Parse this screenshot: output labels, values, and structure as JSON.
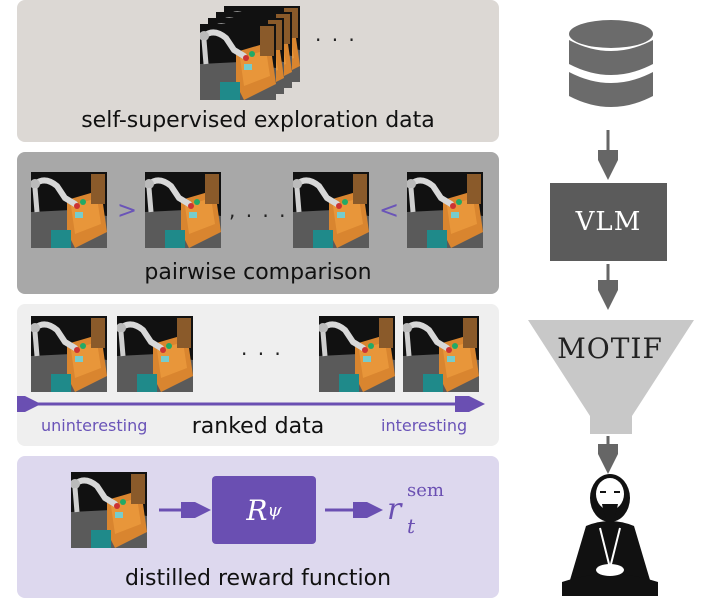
{
  "panels": {
    "exploration": {
      "caption": "self-supervised exploration data",
      "ellipsis": "· · ·"
    },
    "pairwise": {
      "caption": "pairwise comparison",
      "greater": ">",
      "less": "<",
      "ellipsis": ", . . . ,",
      "trailing_comma": ""
    },
    "ranked": {
      "caption": "ranked data",
      "ellipsis": "· · ·",
      "left_label": "uninteresting",
      "right_label": "interesting"
    },
    "distilled": {
      "caption": "distilled reward function",
      "reward_symbol": "R",
      "reward_subscript": "ψ",
      "output_symbol": "r",
      "output_superscript": "sem",
      "output_subscript": "t"
    }
  },
  "pipeline": {
    "vlm_label": "VLM",
    "motif_label": "MOTIF"
  },
  "colors": {
    "accent_purple": "#6a4fb2",
    "vlm_box": "#5b5b5b",
    "database": "#6b6b6b",
    "arrow_gray": "#666666"
  },
  "icons": [
    "database-icon",
    "funnel-icon",
    "monk-icon",
    "robot-scene-thumbnail"
  ]
}
